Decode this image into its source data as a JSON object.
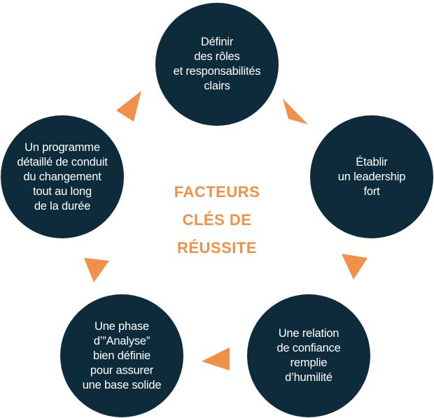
{
  "colors": {
    "node_fill": "#0e2b3c",
    "accent": "#f09049",
    "node_text": "#ffffff"
  },
  "center": {
    "title": "FACTEURS\nCLÉS DE\nRÉUSSITE"
  },
  "nodes": [
    {
      "id": "roles",
      "label": "Définir\ndes rôles\net responsabilités\nclairs"
    },
    {
      "id": "leadership",
      "label": "Établir\nun leadership\nfort"
    },
    {
      "id": "confiance",
      "label": "Une relation\nde confiance\nremplie\nd’humilité"
    },
    {
      "id": "analyse",
      "label": "Une phase\nd’”Analyse”\nbien définie\npour assurer\nune base solide"
    },
    {
      "id": "programme",
      "label": "Un programme\ndétaillé de conduit\ndu changement\ntout au long\nde la durée"
    }
  ],
  "arrows": [
    {
      "from": "roles",
      "to": "leadership",
      "icon": "triangle-arrow-icon"
    },
    {
      "from": "leadership",
      "to": "confiance",
      "icon": "triangle-arrow-icon"
    },
    {
      "from": "confiance",
      "to": "analyse",
      "icon": "triangle-arrow-icon"
    },
    {
      "from": "analyse",
      "to": "programme",
      "icon": "triangle-arrow-icon"
    },
    {
      "from": "programme",
      "to": "roles",
      "icon": "triangle-arrow-icon"
    }
  ]
}
